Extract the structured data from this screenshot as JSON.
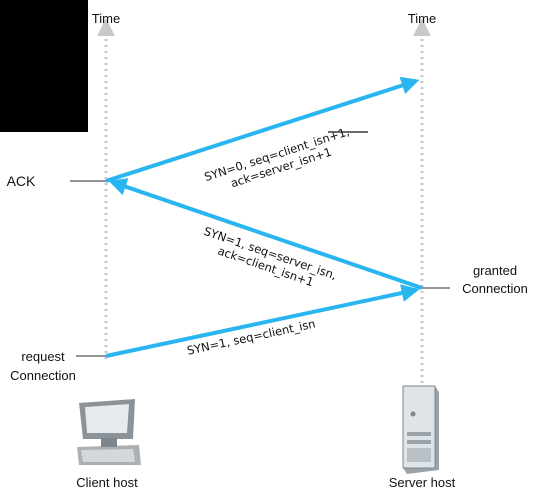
{
  "axes": {
    "left_time": "Time",
    "right_time": "Time"
  },
  "hosts": {
    "client": "Client host",
    "server": "Server host"
  },
  "events": {
    "connection_request_line1": "Connection",
    "connection_request_line2": "request",
    "connection_granted_line1": "Connection",
    "connection_granted_line2": "granted",
    "ack": "ACK"
  },
  "segments": [
    {
      "line1": "SYN=1, seq=client_isn"
    },
    {
      "line1": "SYN=1, seq=server_isn,",
      "line2": "ack=client_isn+1"
    },
    {
      "line1": "SYN=0, seq=client_isn+1,",
      "line2": "ack=server_isn+1"
    }
  ],
  "colors": {
    "arrow": "#29b6f0",
    "timeline": "#c9c9c9",
    "background": "#ffffff",
    "outside": "#000000"
  },
  "icons": {
    "client": "desktop-computer-icon",
    "server": "server-tower-icon"
  }
}
